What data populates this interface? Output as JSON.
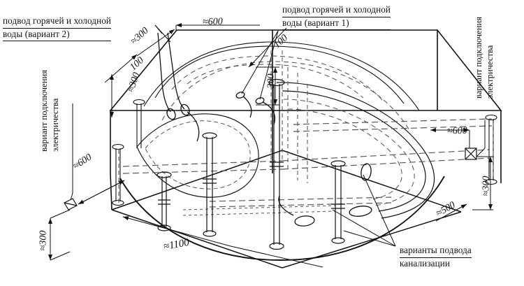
{
  "diagram": {
    "title_kind": "bathtub-installation-isometric",
    "background_color": "#ffffff",
    "line_color": "#111111",
    "dashed_color": "#555555"
  },
  "callouts": {
    "water_variant2": {
      "line1": "подвод горячей и холодной",
      "line2": "воды (вариант 2)"
    },
    "water_variant1": {
      "line1": "подвод горячей и холодной",
      "line2": "воды (вариант 1)"
    },
    "sewer": {
      "line1": "варианты подвода",
      "line2": "канализации"
    },
    "electric_left": {
      "line1": "вариант подключения",
      "line2": "электричества"
    },
    "electric_right": {
      "line1": "вариант подключения",
      "line2": "электричества"
    }
  },
  "dimensions": {
    "top_left_300": "≈300",
    "top_600": "≈600",
    "left_100": "100",
    "left_300": "≈300",
    "center_100": "100",
    "center_300": "300",
    "electric_left_600": "≈600",
    "electric_right_600": "≈600",
    "electric_right_300": "≈300",
    "bottom_left_300": "≈300",
    "bottom_1100": "≈1100",
    "bottom_right_500": "≈500"
  },
  "markers": {
    "electric_left_socket": "socket-marker",
    "electric_right_socket": "socket-marker-x"
  }
}
